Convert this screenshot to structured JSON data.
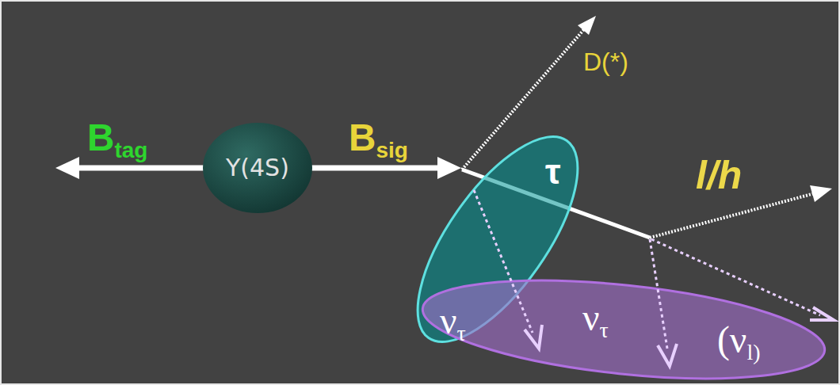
{
  "diagram": {
    "nodes": [
      {
        "text": [
          "Υ(4S)"
        ]
      },
      {
        "text": [
          "τ"
        ]
      },
      {
        "text": [
          "ντ",
          "ντ",
          "(νl)"
        ]
      }
    ],
    "labels": [
      "Btag",
      "Bsig",
      "D(*)",
      "l/h"
    ]
  }
}
